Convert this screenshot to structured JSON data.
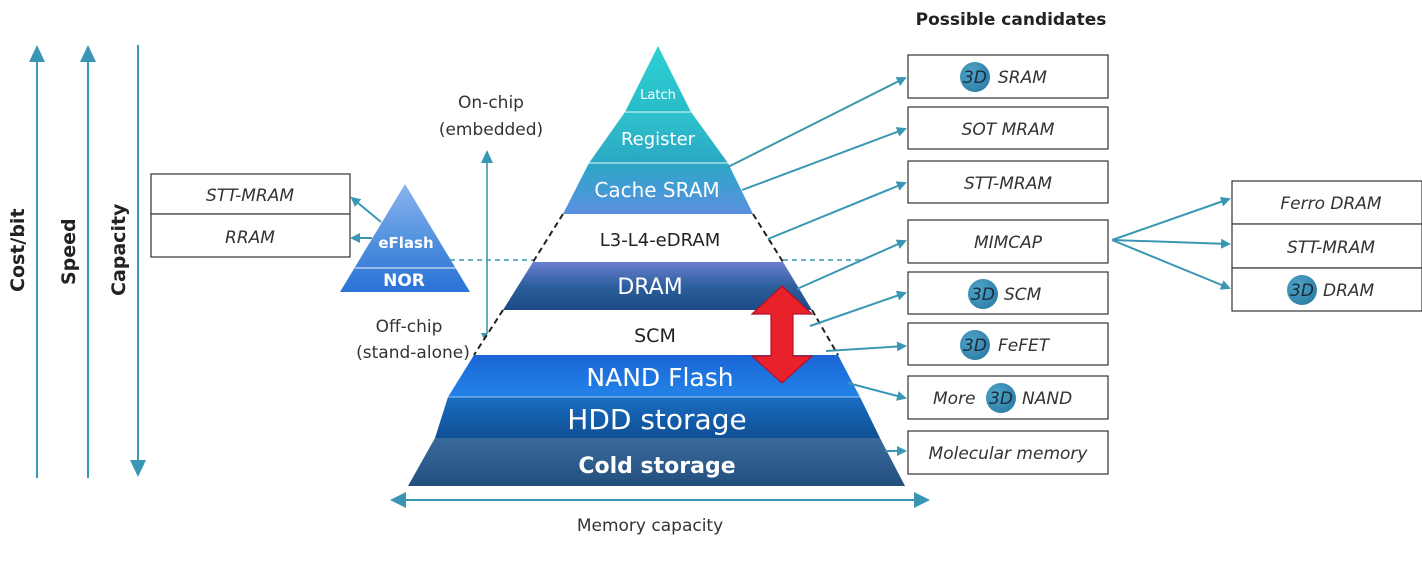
{
  "axes": {
    "cost": "Cost/bit",
    "speed": "Speed",
    "capacity": "Capacity"
  },
  "colors": {
    "arrow": "#3a97b4",
    "badge": "#3a8ab0",
    "red": "#e8212a"
  },
  "pyramid": {
    "levels": [
      {
        "label": "Latch",
        "color": "#2cc3cf"
      },
      {
        "label": "Register",
        "color": "#2cb2c8"
      },
      {
        "label": "Cache SRAM",
        "color": "#4a8cd9"
      },
      {
        "label": "L3-L4-eDRAM",
        "color": "#ffffff"
      },
      {
        "label": "DRAM",
        "color": "#2d5f9e"
      },
      {
        "label": "SCM",
        "color": "#ffffff"
      },
      {
        "label": "NAND Flash",
        "color": "#1d79e0"
      },
      {
        "label": "HDD storage",
        "color": "#13539b"
      },
      {
        "label": "Cold storage",
        "color": "#2c5a8a"
      }
    ]
  },
  "small_pyramid": {
    "top": "eFlash",
    "bottom": "NOR"
  },
  "left_boxes": [
    "STT-MRAM",
    "RRAM"
  ],
  "onchip": {
    "line1": "On-chip",
    "line2": "(embedded)"
  },
  "offchip": {
    "line1": "Off-chip",
    "line2": "(stand-alone)"
  },
  "capacity_label": "Memory capacity",
  "candidates": {
    "title": "Possible candidates",
    "badge": "3D",
    "items": [
      {
        "pre": "",
        "text": "SRAM",
        "badge": true
      },
      {
        "pre": "",
        "text": "SOT MRAM",
        "badge": false
      },
      {
        "pre": "",
        "text": "STT-MRAM",
        "badge": false
      },
      {
        "pre": "",
        "text": "MIMCAP",
        "badge": false
      },
      {
        "pre": "",
        "text": "SCM",
        "badge": true
      },
      {
        "pre": "",
        "text": "FeFET",
        "badge": true
      },
      {
        "pre": "More",
        "text": "NAND",
        "badge": true
      },
      {
        "pre": "",
        "text": "Molecular memory",
        "badge": false
      }
    ]
  },
  "right_boxes": [
    {
      "text": "Ferro DRAM",
      "badge": false
    },
    {
      "text": "STT-MRAM",
      "badge": false
    },
    {
      "text": "DRAM",
      "badge": true
    }
  ]
}
